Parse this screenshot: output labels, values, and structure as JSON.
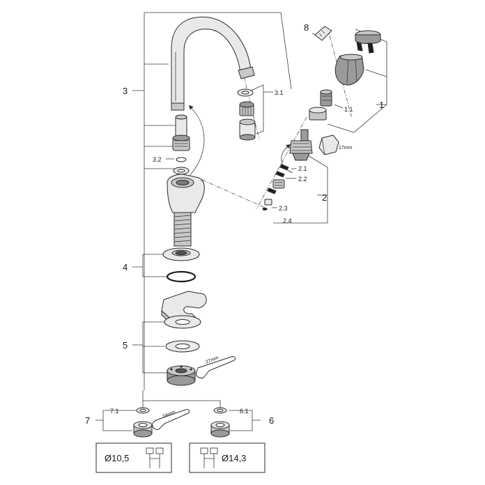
{
  "callouts": {
    "c1": "1",
    "c1_1": "1.1",
    "c2": "2",
    "c2_1": "2.1",
    "c2_2": "2.2",
    "c2_3": "2.3",
    "c2_4": "2.4",
    "c3": "3",
    "c3_1": "3.1",
    "c3_2": "3.2",
    "c4": "4",
    "c5": "5",
    "c6": "6",
    "c6_1": "6.1",
    "c7": "7",
    "c7_1": "7.1",
    "c8": "8"
  },
  "wrench_sizes": {
    "cartridge": "17mm",
    "base_nut": "27mm",
    "connector": "24mm"
  },
  "pipe_connections": {
    "left": "Ø10,5",
    "right": "Ø14,3"
  }
}
